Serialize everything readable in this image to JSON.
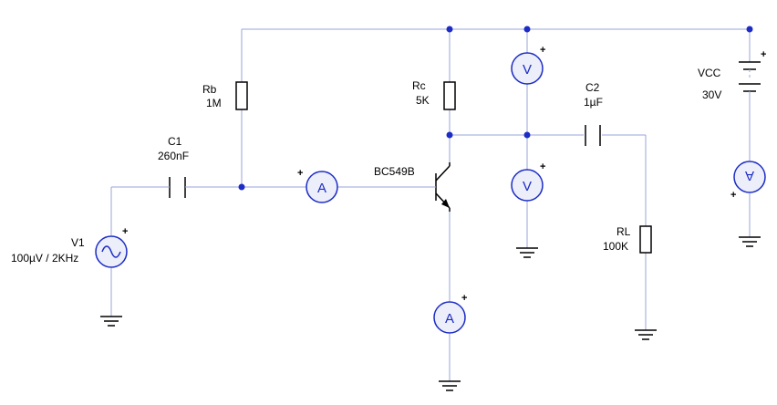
{
  "colors": {
    "wire": "#9aa6d8",
    "node": "#1c2cc4",
    "meter_fill": "#eceefa",
    "meter_stroke": "#1c2cc4",
    "component": "#000000"
  },
  "components": {
    "v1": {
      "name": "V1",
      "value": "100µV / 2KHz",
      "polarity": "+"
    },
    "c1": {
      "name": "C1",
      "value": "260nF"
    },
    "rb": {
      "name": "Rb",
      "value": "1M"
    },
    "rc": {
      "name": "Rc",
      "value": "5K"
    },
    "c2": {
      "name": "C2",
      "value": "1µF"
    },
    "rl": {
      "name": "RL",
      "value": "100K"
    },
    "q1": {
      "name": "BC549B"
    },
    "vcc": {
      "name": "VCC",
      "value": "30V",
      "polarity": "+"
    }
  },
  "meters": {
    "ammeter_base": {
      "symbol": "A",
      "polarity": "+",
      "icon": "ammeter-icon"
    },
    "ammeter_emitter": {
      "symbol": "A",
      "polarity": "+",
      "icon": "ammeter-icon"
    },
    "ammeter_supply": {
      "symbol": "A",
      "polarity": "+",
      "icon": "ammeter-icon"
    },
    "voltmeter_top": {
      "symbol": "V",
      "polarity": "+",
      "icon": "voltmeter-icon"
    },
    "voltmeter_bottom": {
      "symbol": "V",
      "polarity": "+",
      "icon": "voltmeter-icon"
    }
  }
}
